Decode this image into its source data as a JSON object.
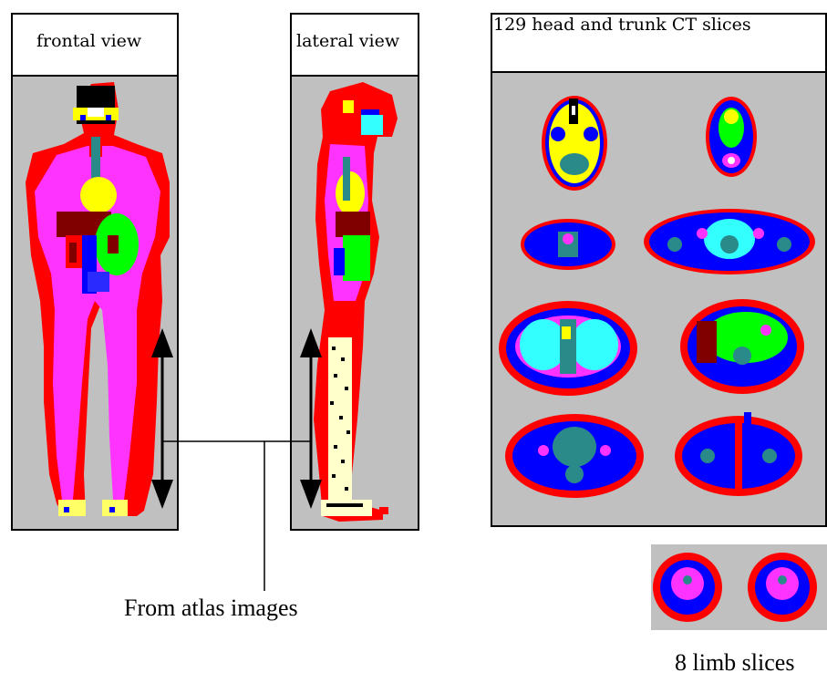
{
  "panels": {
    "frontal": {
      "title": "frontal view"
    },
    "lateral": {
      "title": "lateral view"
    },
    "ct": {
      "title": "129 head and trunk CT slices"
    }
  },
  "captions": {
    "atlas": "From atlas images",
    "limb": "8 limb slices"
  },
  "colors": {
    "panel_bg": "#c0c0c0",
    "red": "#ff0000",
    "blue": "#0000ff",
    "magenta": "#ff33ff",
    "yellow": "#ffff00",
    "green": "#00cc00",
    "cyan": "#33ffff",
    "brown": "#800000",
    "teal": "#2a8a8a"
  }
}
